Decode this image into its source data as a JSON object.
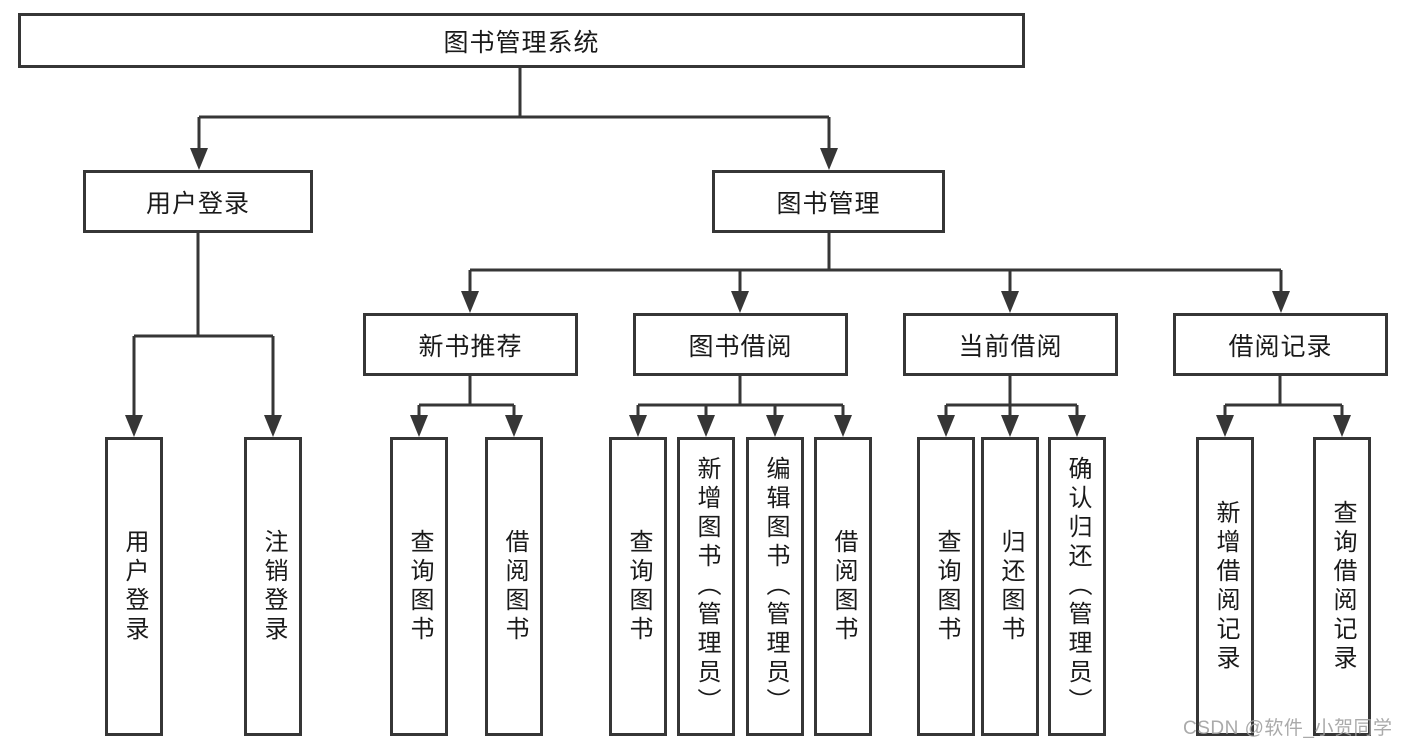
{
  "colors": {
    "background": "#ffffff",
    "line": "#363636",
    "box_border": "#363636",
    "text": "#1a1a1a",
    "watermark": "#9e9e9e"
  },
  "watermark": "CSDN @软件_小贺同学",
  "tree": {
    "root": {
      "label": "图书管理系统"
    },
    "level2": [
      {
        "label": "用户登录"
      },
      {
        "label": "图书管理"
      }
    ],
    "level3": [
      {
        "label": "新书推荐"
      },
      {
        "label": "图书借阅"
      },
      {
        "label": "当前借阅"
      },
      {
        "label": "借阅记录"
      }
    ],
    "leaves": {
      "user_login": [
        "用户登录",
        "注销登录"
      ],
      "new_book_recommend": [
        "查询图书",
        "借阅图书"
      ],
      "book_borrow": [
        "查询图书",
        "新增图书（管理员）",
        "编辑图书（管理员）",
        "借阅图书"
      ],
      "current_borrow": [
        "查询图书",
        "归还图书",
        "确认归还（管理员）"
      ],
      "borrow_record": [
        "新增借阅记录",
        "查询借阅记录"
      ]
    }
  }
}
